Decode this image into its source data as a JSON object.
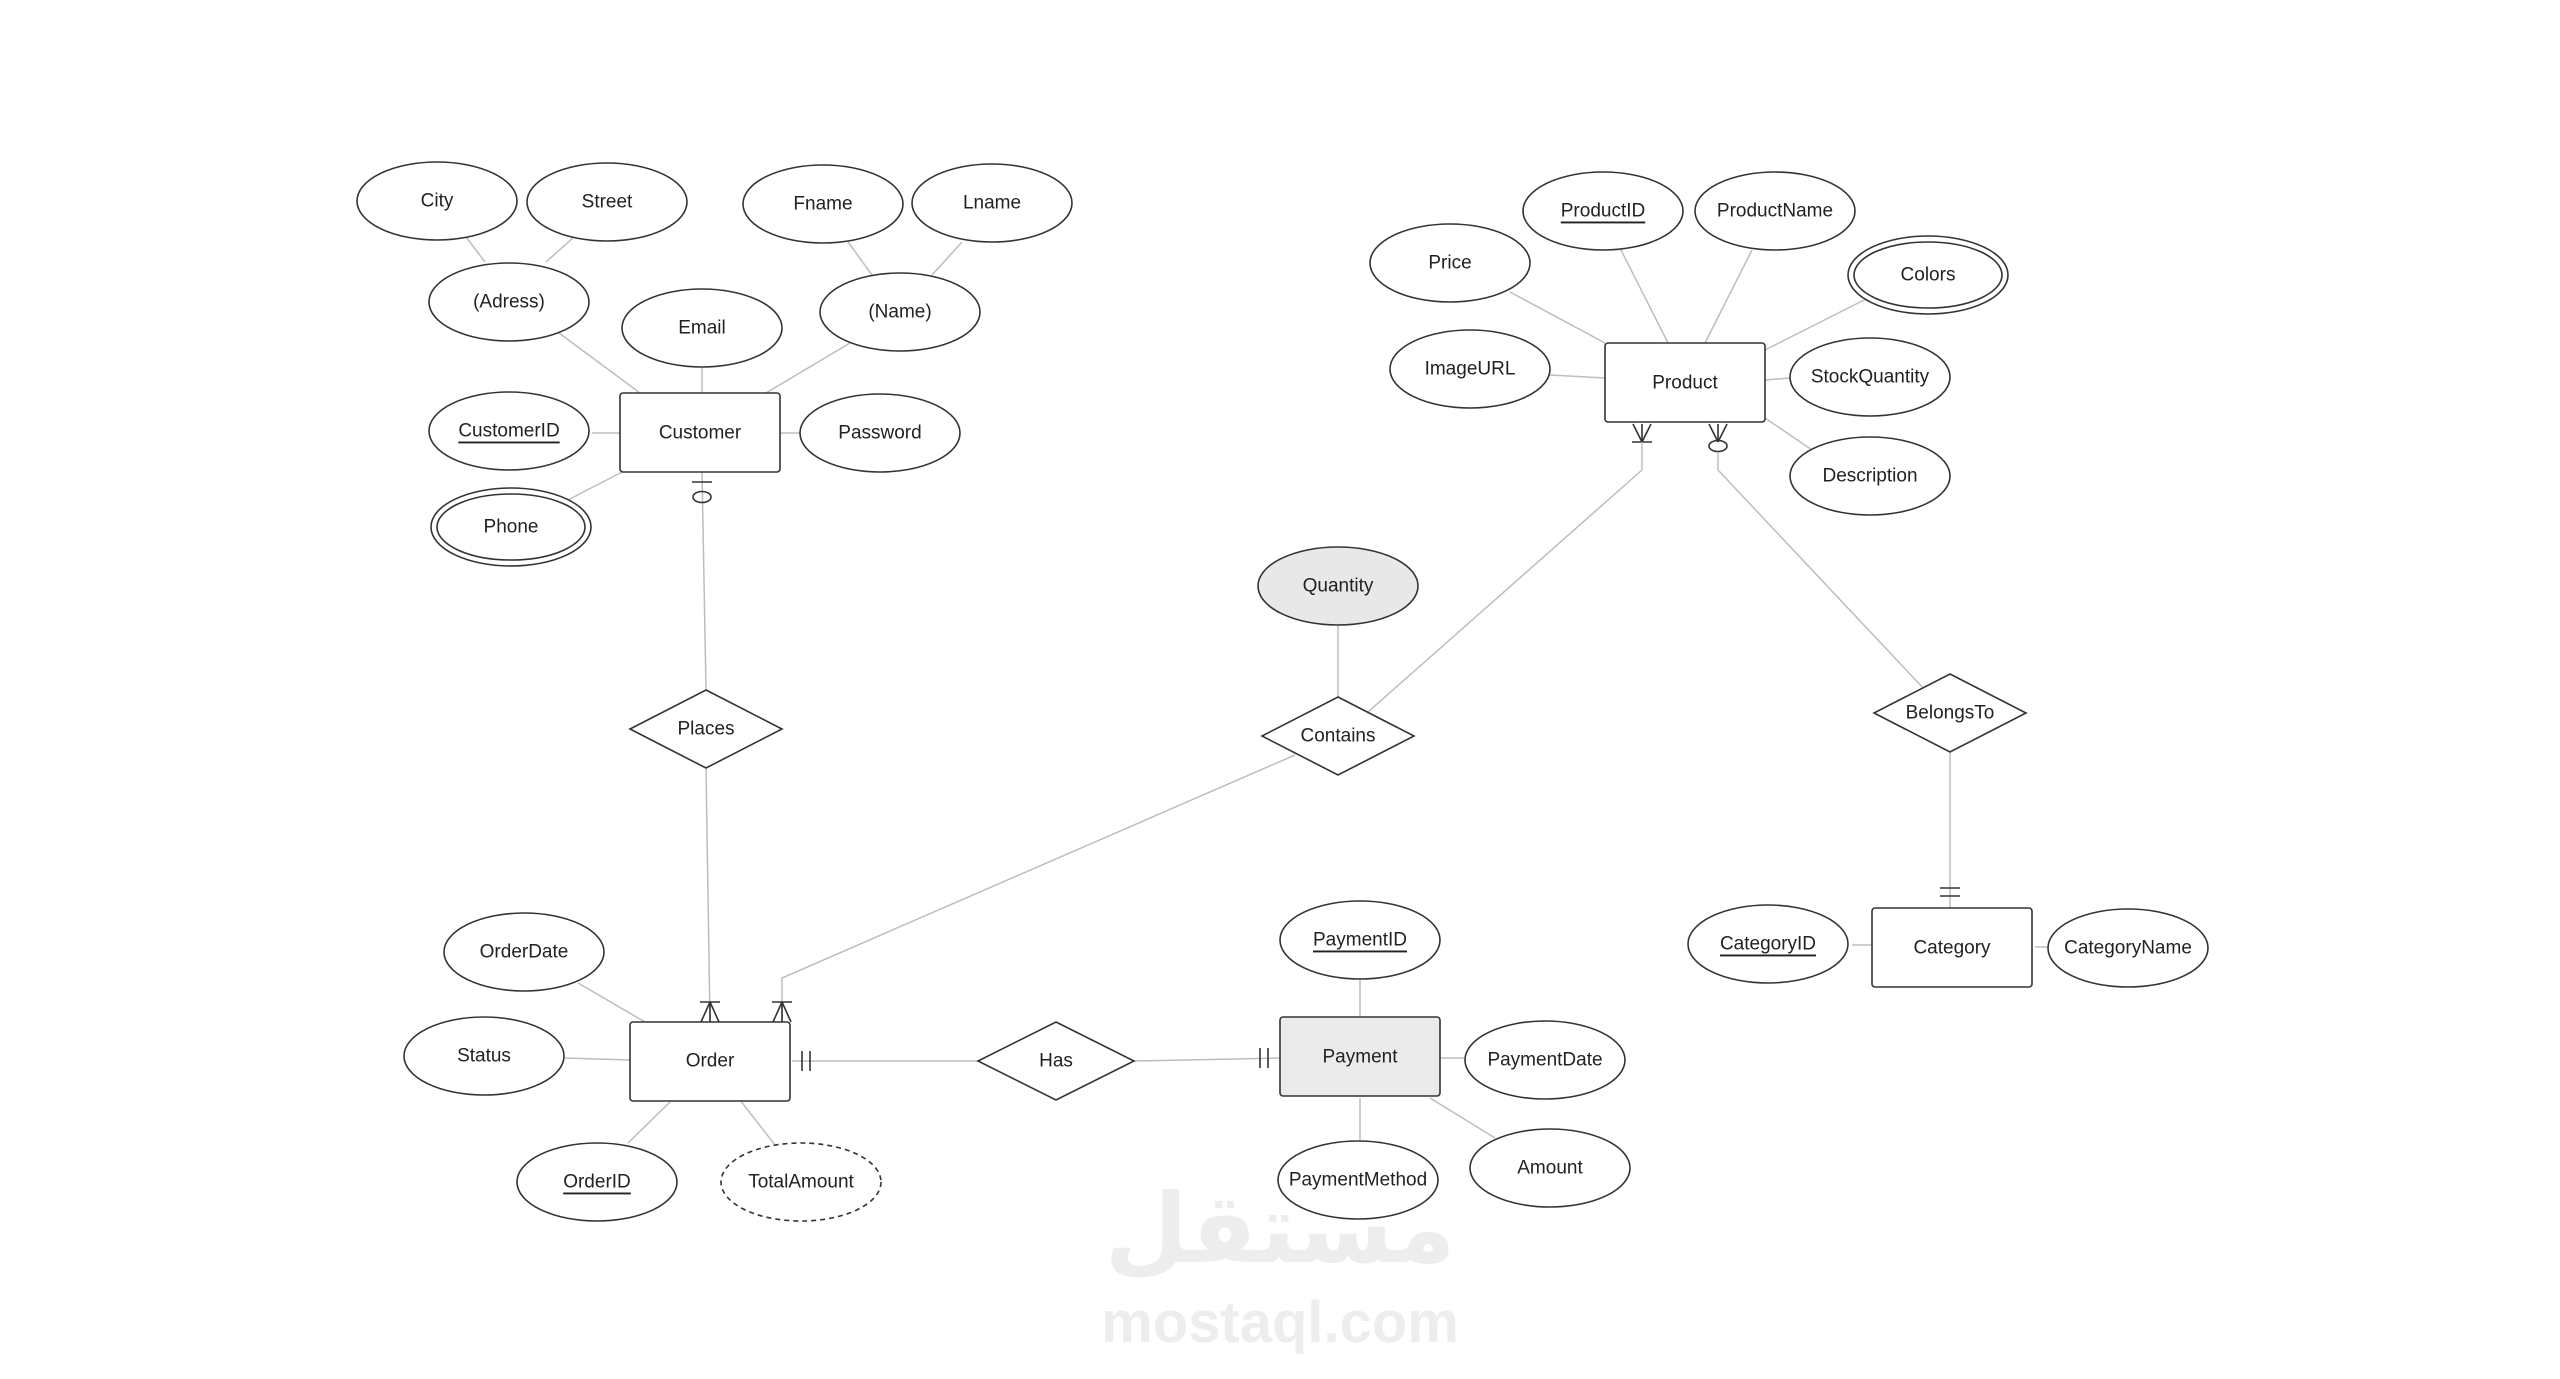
{
  "entities": {
    "customer": {
      "label": "Customer",
      "fill": "#ffffff"
    },
    "product": {
      "label": "Product",
      "fill": "#ffffff"
    },
    "order": {
      "label": "Order",
      "fill": "#ffffff"
    },
    "payment": {
      "label": "Payment",
      "fill": "#ebebeb"
    },
    "category": {
      "label": "Category",
      "fill": "#ffffff"
    }
  },
  "relationships": {
    "places": {
      "label": "Places"
    },
    "contains": {
      "label": "Contains"
    },
    "belongs_to": {
      "label": "BelongsTo"
    },
    "has": {
      "label": "Has"
    }
  },
  "attributes": {
    "city": {
      "label": "City",
      "kind": "simple"
    },
    "street": {
      "label": "Street",
      "kind": "simple"
    },
    "adress": {
      "label": "(Adress)",
      "kind": "composite"
    },
    "email": {
      "label": "Email",
      "kind": "simple"
    },
    "fname": {
      "label": "Fname",
      "kind": "simple"
    },
    "lname": {
      "label": "Lname",
      "kind": "simple"
    },
    "name": {
      "label": "(Name)",
      "kind": "composite"
    },
    "customer_id": {
      "label": "CustomerID",
      "kind": "key"
    },
    "password": {
      "label": "Password",
      "kind": "simple"
    },
    "phone": {
      "label": "Phone",
      "kind": "multivalued"
    },
    "product_id": {
      "label": "ProductID",
      "kind": "key"
    },
    "product_name": {
      "label": "ProductName",
      "kind": "simple"
    },
    "price": {
      "label": "Price",
      "kind": "simple"
    },
    "colors": {
      "label": "Colors",
      "kind": "multivalued"
    },
    "image_url": {
      "label": "ImageURL",
      "kind": "simple"
    },
    "stock_quantity": {
      "label": "StockQuantity",
      "kind": "simple"
    },
    "description": {
      "label": "Description",
      "kind": "simple"
    },
    "quantity": {
      "label": "Quantity",
      "kind": "relationship-attribute",
      "fill": "#e8e8e8"
    },
    "order_date": {
      "label": "OrderDate",
      "kind": "simple"
    },
    "status": {
      "label": "Status",
      "kind": "simple"
    },
    "order_id": {
      "label": "OrderID",
      "kind": "key"
    },
    "total_amount": {
      "label": "TotalAmount",
      "kind": "derived"
    },
    "payment_id": {
      "label": "PaymentID",
      "kind": "key"
    },
    "payment_date": {
      "label": "PaymentDate",
      "kind": "simple"
    },
    "payment_method": {
      "label": "PaymentMethod",
      "kind": "simple"
    },
    "amount": {
      "label": "Amount",
      "kind": "simple"
    },
    "category_id": {
      "label": "CategoryID",
      "kind": "key"
    },
    "category_name": {
      "label": "CategoryName",
      "kind": "simple"
    }
  },
  "cardinality_notation": {
    "customer_places": "one-optional",
    "order_places": "one-or-many",
    "order_contains": "one-or-many",
    "product_contains": "one-or-many",
    "product_belongs_to": "zero-or-many",
    "category_belongs_to": "exactly-one",
    "order_has": "exactly-one",
    "payment_has": "exactly-one"
  },
  "watermark": {
    "arabic": "مستقل",
    "latin": "mostaql.com"
  }
}
